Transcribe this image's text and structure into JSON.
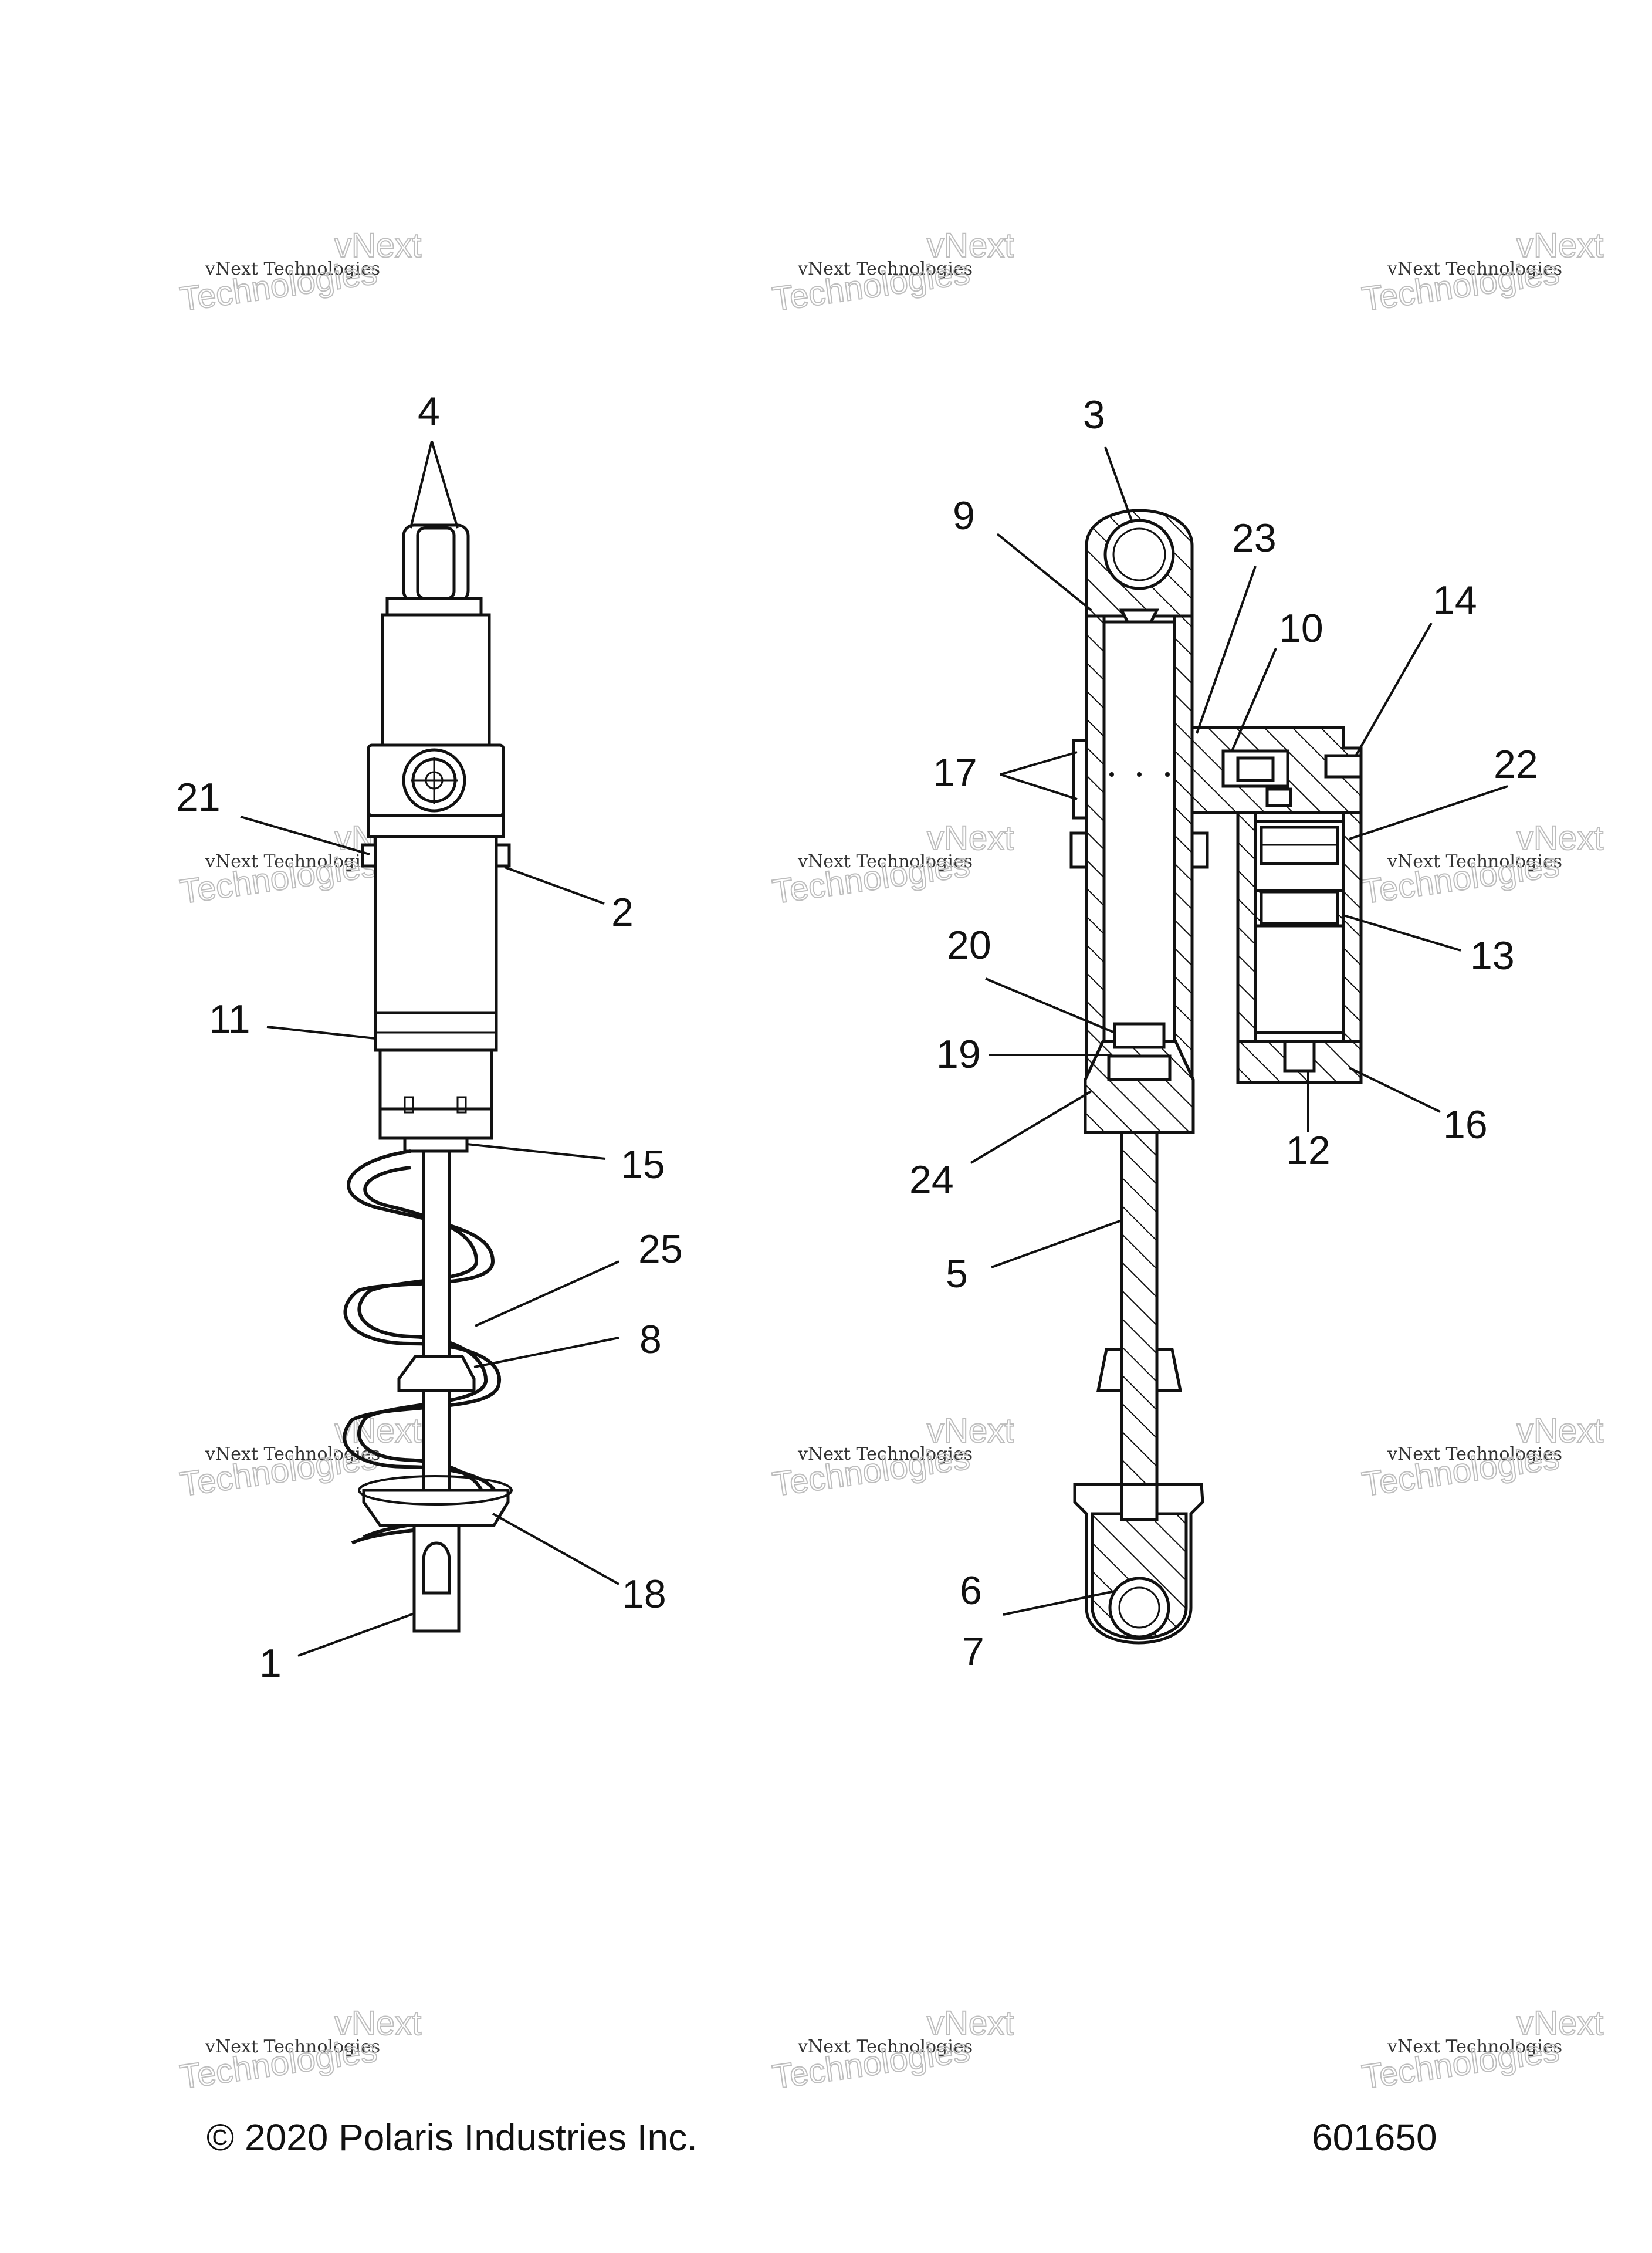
{
  "watermark": {
    "line1": "vNext Technologies",
    "line2": "vNext",
    "line3": "Technologies"
  },
  "labels": {
    "l1": "1",
    "l2": "2",
    "l3": "3",
    "l4": "4",
    "l5": "5",
    "l6": "6",
    "l7": "7",
    "l8": "8",
    "l9": "9",
    "l10": "10",
    "l11": "11",
    "l12": "12",
    "l13": "13",
    "l14": "14",
    "l15": "15",
    "l16": "16",
    "l17": "17",
    "l18": "18",
    "l19": "19",
    "l20": "20",
    "l21": "21",
    "l22": "22",
    "l23": "23",
    "l24": "24",
    "l25": "25"
  },
  "footer": {
    "copyright": "© 2020 Polaris Industries Inc.",
    "figure_number": "601650"
  }
}
